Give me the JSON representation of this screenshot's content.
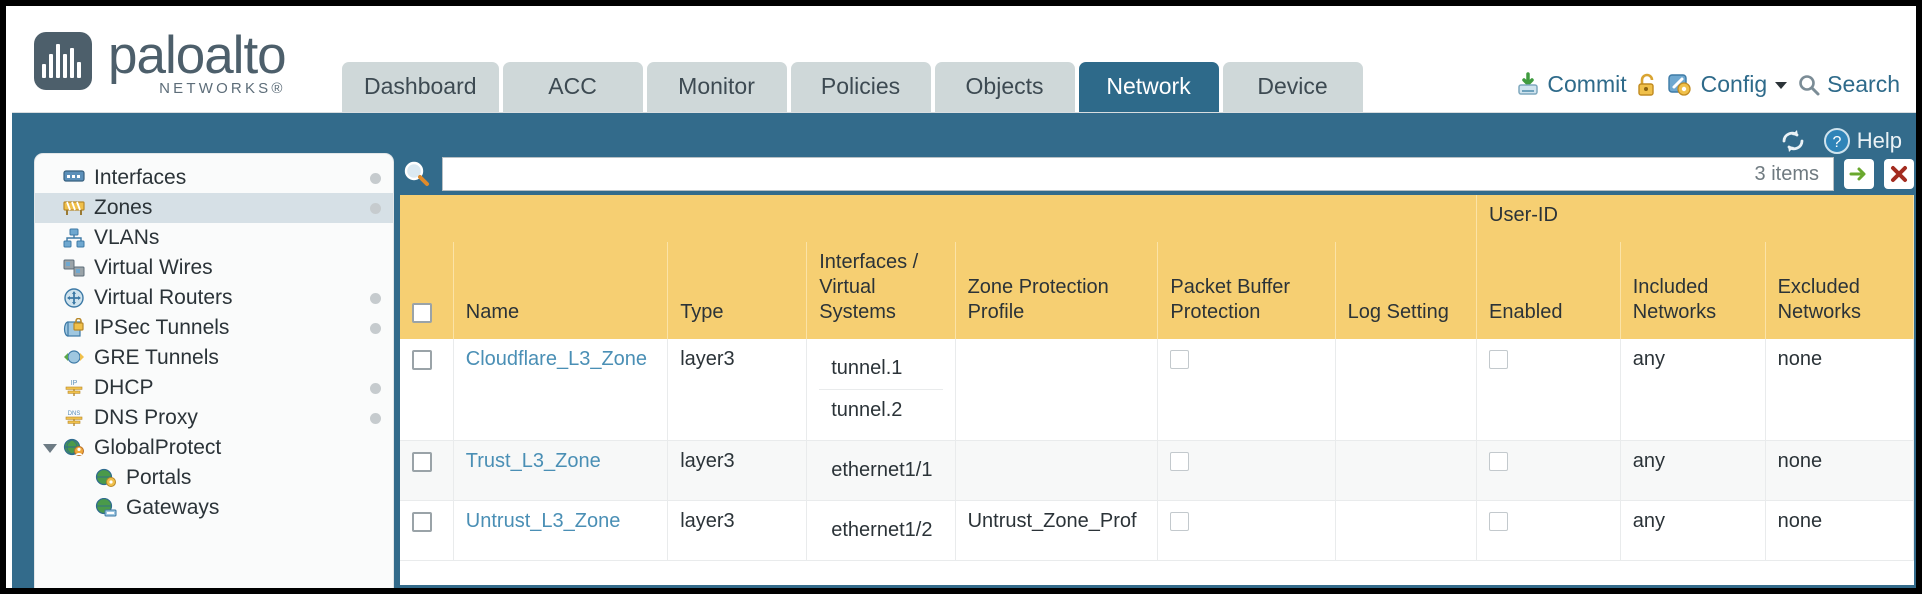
{
  "brand": {
    "name": "paloalto",
    "sub": "NETWORKS",
    "registered": "®"
  },
  "tabs": [
    {
      "label": "Dashboard",
      "active": false
    },
    {
      "label": "ACC",
      "active": false
    },
    {
      "label": "Monitor",
      "active": false
    },
    {
      "label": "Policies",
      "active": false
    },
    {
      "label": "Objects",
      "active": false
    },
    {
      "label": "Network",
      "active": true
    },
    {
      "label": "Device",
      "active": false
    }
  ],
  "header_actions": {
    "commit": "Commit",
    "config": "Config",
    "search": "Search"
  },
  "helpbar": {
    "help": "Help"
  },
  "sidebar": {
    "items": [
      {
        "label": "Interfaces",
        "icon": "interfaces-icon",
        "selected": false,
        "dot": true,
        "child": false,
        "caret": false
      },
      {
        "label": "Zones",
        "icon": "zones-icon",
        "selected": true,
        "dot": true,
        "child": false,
        "caret": false
      },
      {
        "label": "VLANs",
        "icon": "vlans-icon",
        "selected": false,
        "dot": false,
        "child": false,
        "caret": false
      },
      {
        "label": "Virtual Wires",
        "icon": "virtual-wires-icon",
        "selected": false,
        "dot": false,
        "child": false,
        "caret": false
      },
      {
        "label": "Virtual Routers",
        "icon": "virtual-routers-icon",
        "selected": false,
        "dot": true,
        "child": false,
        "caret": false
      },
      {
        "label": "IPSec Tunnels",
        "icon": "ipsec-tunnels-icon",
        "selected": false,
        "dot": true,
        "child": false,
        "caret": false
      },
      {
        "label": "GRE Tunnels",
        "icon": "gre-tunnels-icon",
        "selected": false,
        "dot": false,
        "child": false,
        "caret": false
      },
      {
        "label": "DHCP",
        "icon": "dhcp-icon",
        "selected": false,
        "dot": true,
        "child": false,
        "caret": false
      },
      {
        "label": "DNS Proxy",
        "icon": "dns-proxy-icon",
        "selected": false,
        "dot": true,
        "child": false,
        "caret": false
      },
      {
        "label": "GlobalProtect",
        "icon": "globalprotect-icon",
        "selected": false,
        "dot": false,
        "child": false,
        "caret": true
      },
      {
        "label": "Portals",
        "icon": "portals-icon",
        "selected": false,
        "dot": false,
        "child": true,
        "caret": false
      },
      {
        "label": "Gateways",
        "icon": "gateways-icon",
        "selected": false,
        "dot": false,
        "child": true,
        "caret": false
      }
    ]
  },
  "search": {
    "value": "",
    "placeholder": "",
    "items_count": "3 items"
  },
  "table": {
    "group_header": "User-ID",
    "columns": [
      "Name",
      "Type",
      "Interfaces / Virtual Systems",
      "Zone Protection Profile",
      "Packet Buffer Protection",
      "Log Setting",
      "Enabled",
      "Included Networks",
      "Excluded Networks"
    ],
    "rows": [
      {
        "name": "Cloudflare_L3_Zone",
        "type": "layer3",
        "interfaces": [
          "tunnel.1",
          "tunnel.2"
        ],
        "zone_protection_profile": "",
        "packet_buffer_protection": false,
        "log_setting": "",
        "userid_enabled": false,
        "included_networks": "any",
        "excluded_networks": "none",
        "selected": false
      },
      {
        "name": "Trust_L3_Zone",
        "type": "layer3",
        "interfaces": [
          "ethernet1/1"
        ],
        "zone_protection_profile": "",
        "packet_buffer_protection": false,
        "log_setting": "",
        "userid_enabled": false,
        "included_networks": "any",
        "excluded_networks": "none",
        "selected": false
      },
      {
        "name": "Untrust_L3_Zone",
        "type": "layer3",
        "interfaces": [
          "ethernet1/2"
        ],
        "zone_protection_profile": "Untrust_Zone_Prof",
        "packet_buffer_protection": false,
        "log_setting": "",
        "userid_enabled": false,
        "included_networks": "any",
        "excluded_networks": "none",
        "selected": false
      }
    ]
  },
  "colors": {
    "accent_blue": "#336b8b",
    "tab_inactive": "#cfd8d9",
    "header_gold": "#f6cf72",
    "group_gold": "#e8b84b",
    "link_blue": "#4a8fb5"
  }
}
